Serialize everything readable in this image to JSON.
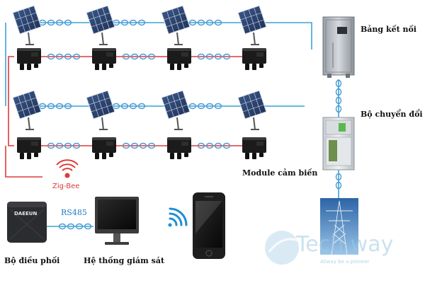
{
  "labels": {
    "junction_box": "Bảng kết nối",
    "inverter": "Bộ chuyển đổi",
    "sensor_module": "Module cảm biến",
    "zigbee": "Zig-Bee",
    "rs485": "RS485",
    "coordinator": "Bộ điều phối",
    "monitoring_system": "Hệ thống giám sát"
  },
  "coordinator_logo": "DAEEUN",
  "watermark": {
    "main": "Tech way",
    "tagline": "Allway be a pioneer"
  },
  "colors": {
    "string_line": "#3aa3d8",
    "sensor_line": "#e03a3a",
    "connector_ring": "#4a9ad4"
  },
  "icons": [
    "solar-panel-icon",
    "sensor-module-icon",
    "junction-box-icon",
    "inverter-icon",
    "power-tower-icon",
    "wireless-icon",
    "zigbee-signal-icon",
    "monitor-icon",
    "smartphone-icon",
    "coordinator-icon"
  ]
}
